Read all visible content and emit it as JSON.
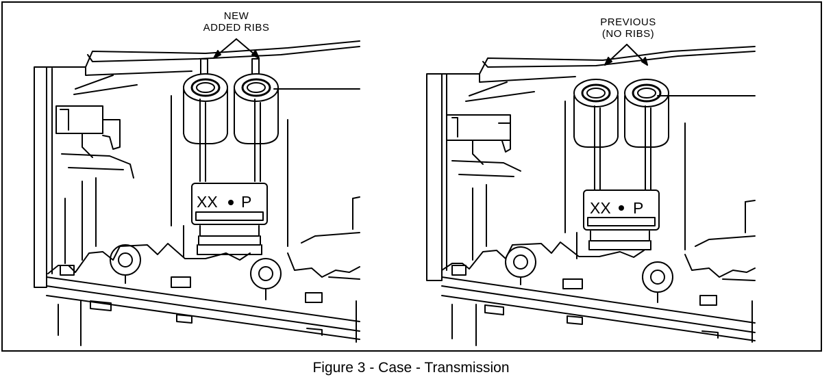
{
  "figure": {
    "left_panel": {
      "callout_line1": "NEW",
      "callout_line2": "ADDED RIBS",
      "plate_text": "XX",
      "plate_suffix": "P"
    },
    "right_panel": {
      "callout_line1": "PREVIOUS",
      "callout_line2": "(NO RIBS)",
      "plate_text": "XX",
      "plate_suffix": "P"
    },
    "caption": "Figure 3 - Case - Transmission"
  },
  "colors": {
    "ink": "#000000",
    "paper": "#ffffff"
  }
}
